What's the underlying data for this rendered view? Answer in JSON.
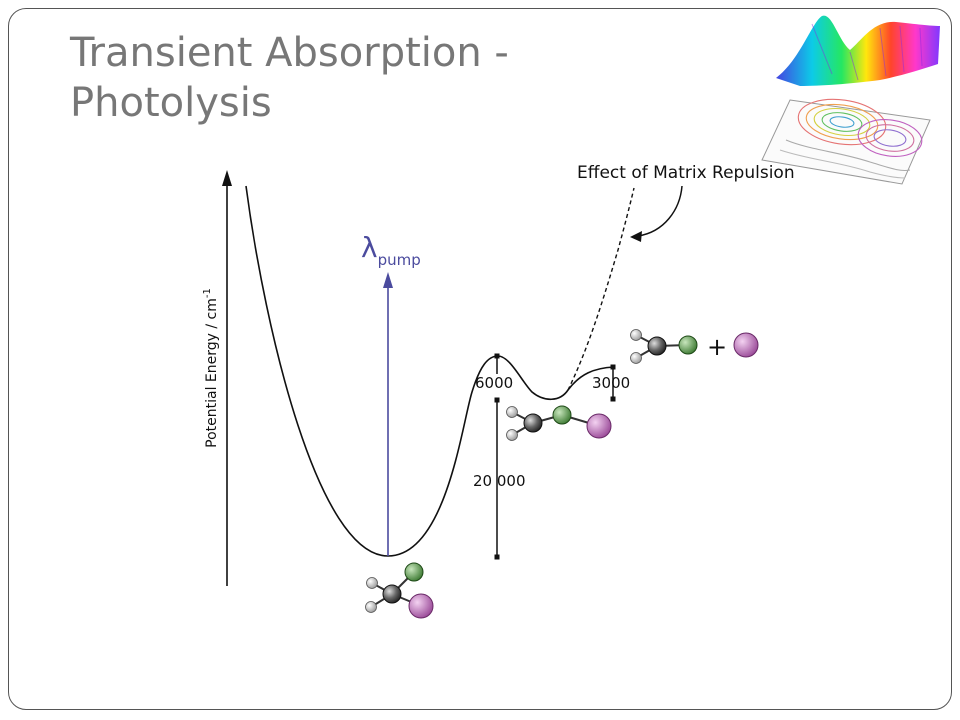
{
  "slide": {
    "title_line1": "Transient Absorption -",
    "title_line2": "Photolysis"
  },
  "diagram": {
    "y_axis_label": "Potential Energy / cm",
    "y_axis_label_sup": "-1",
    "pump_symbol": "λ",
    "pump_subscript": "pump",
    "barrier_label": "6000",
    "well_depth_label": "20 000",
    "dissociation_label": "3000",
    "matrix_label": "Effect of Matrix Repulsion",
    "plus_sign": "+",
    "colors": {
      "pump_arrow": "#4b4b9e",
      "title": "#777777",
      "carbon": "#555555",
      "hydrogen": "#bbbbbb",
      "green_atom": "#5f9e4f",
      "purple_atom": "#c77cc4"
    }
  }
}
